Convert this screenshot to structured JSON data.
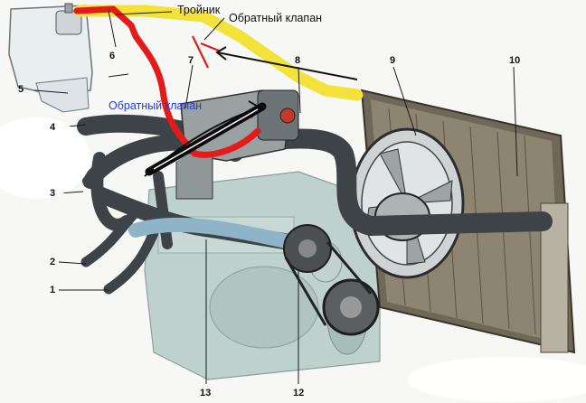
{
  "annotations": {
    "tee": "Тройник",
    "check_valve_top": "Обратный клапан",
    "check_valve_blue": "Обратный клапан"
  },
  "callouts": {
    "n1": "1",
    "n2": "2",
    "n3": "3",
    "n4": "4",
    "n5": "5",
    "n6": "6",
    "n7": "7",
    "n8": "8",
    "n9": "9",
    "n10": "10",
    "n12": "12",
    "n13": "13"
  },
  "colors": {
    "yellow_hose": "#f2e23a",
    "red_hose": "#e41b1b",
    "blue_text": "#1f3fd6",
    "hose_dark": "#3d4347",
    "engine_tint": "#b9cdc9"
  }
}
